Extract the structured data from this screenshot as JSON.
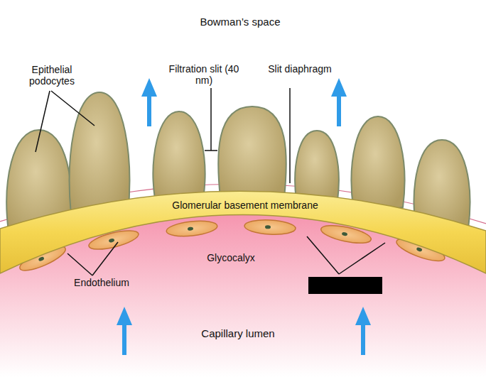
{
  "diagram": {
    "nodes": [
      {
        "text": [
          "Glomerular basement membrane"
        ]
      }
    ],
    "labels": [
      "Bowman’s space",
      "Epithelial podocytes",
      "Filtration slit (40 nm)",
      "Slit diaphragm",
      "Glycocalyx",
      "Endothelium",
      "Capillary lumen"
    ]
  }
}
